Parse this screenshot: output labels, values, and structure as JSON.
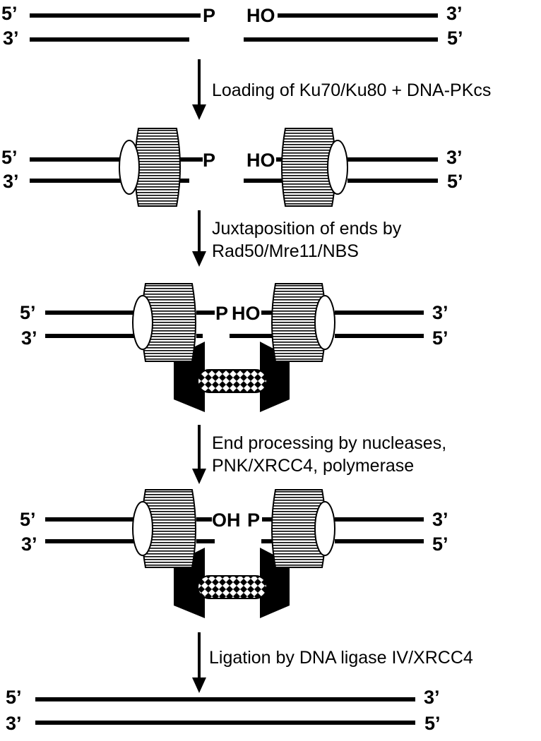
{
  "labels": {
    "five_prime": "5’",
    "three_prime": "3’",
    "phosphate": "P",
    "hydroxyl_ho": "HO",
    "hydroxyl_oh": "OH"
  },
  "steps": [
    {
      "lines": [
        "Loading of Ku70/Ku80 + DNA-PKcs"
      ]
    },
    {
      "lines": [
        "Juxtaposition of ends by",
        "Rad50/Mre11/NBS"
      ]
    },
    {
      "lines": [
        "End processing by nucleases,",
        "PNK/XRCC4, polymerase"
      ]
    },
    {
      "lines": [
        "Ligation by DNA ligase IV/XRCC4"
      ]
    }
  ],
  "colors": {
    "ink": "#000000",
    "background": "#ffffff"
  }
}
